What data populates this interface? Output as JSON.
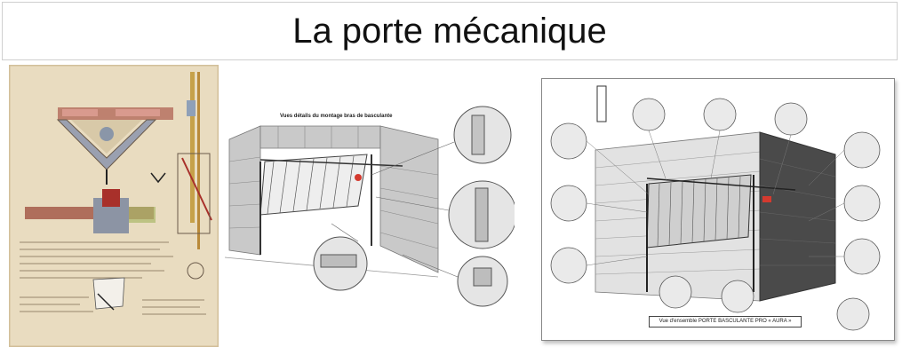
{
  "slide": {
    "title": "La porte mécanique"
  },
  "panels": {
    "manuscript": {
      "icon": "manuscript-sketch"
    },
    "detail_views": {
      "caption": "Vues détails du montage bras de basculante"
    },
    "overview": {
      "caption": "Vue d'ensemble PORTE BASCULANTE PRO « AURA »"
    }
  }
}
